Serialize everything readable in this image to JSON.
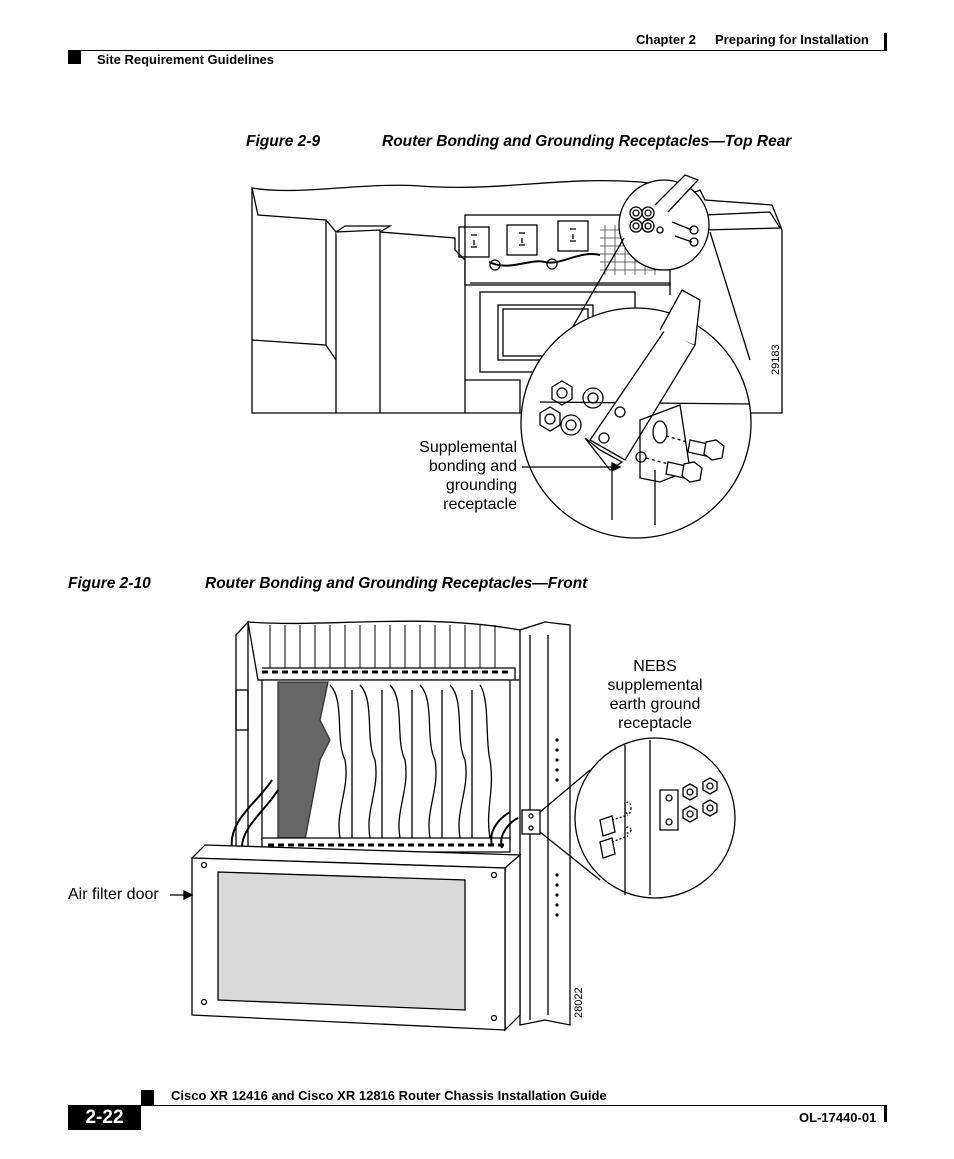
{
  "header": {
    "chapter": "Chapter 2",
    "chapter_title": "Preparing for Installation",
    "section": "Site Requirement Guidelines"
  },
  "figure_top": {
    "number": "Figure 2-9",
    "title": "Router Bonding and Grounding Receptacles—Top Rear",
    "callout": [
      "Supplemental",
      "bonding and",
      "grounding",
      "receptacle"
    ],
    "art_id": "29183"
  },
  "figure_bottom": {
    "number": "Figure 2-10",
    "title": "Router Bonding and Grounding Receptacles—Front",
    "callout_nebs": [
      "NEBS",
      "supplemental",
      "earth ground",
      "receptacle"
    ],
    "callout_filter": "Air filter door",
    "art_id": "28022"
  },
  "footer": {
    "guide_title": "Cisco XR 12416 and Cisco XR 12816 Router Chassis Installation Guide",
    "page_number": "2-22",
    "doc_id": "OL-17440-01"
  }
}
